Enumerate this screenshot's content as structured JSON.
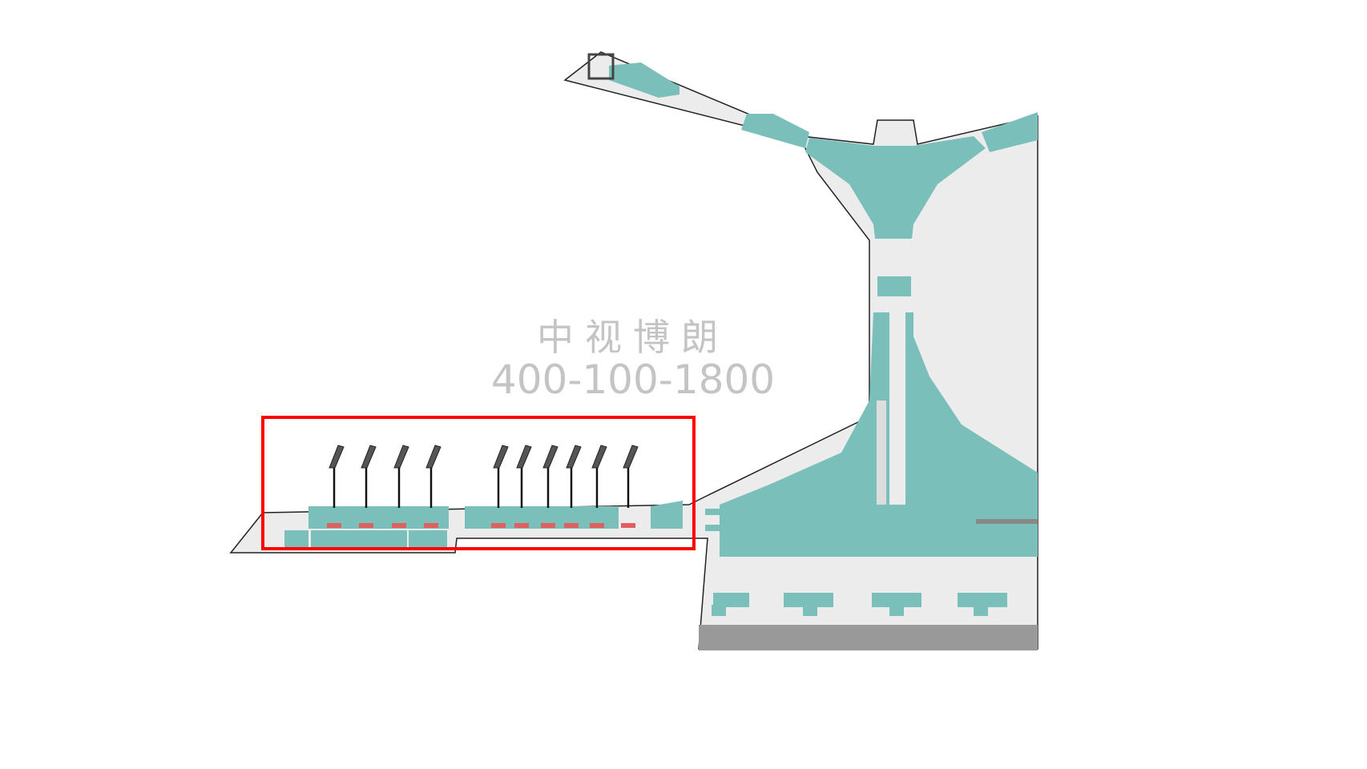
{
  "watermark": {
    "company": "中视博朗",
    "phone": "400-100-1800"
  },
  "colors": {
    "teal": "#7bbfba",
    "floor": "#ececec",
    "highlight": "#ff0000",
    "ad_slot": "#e06060",
    "base": "#999999"
  },
  "highlight_box": {
    "label": "",
    "sign_count": 10
  }
}
